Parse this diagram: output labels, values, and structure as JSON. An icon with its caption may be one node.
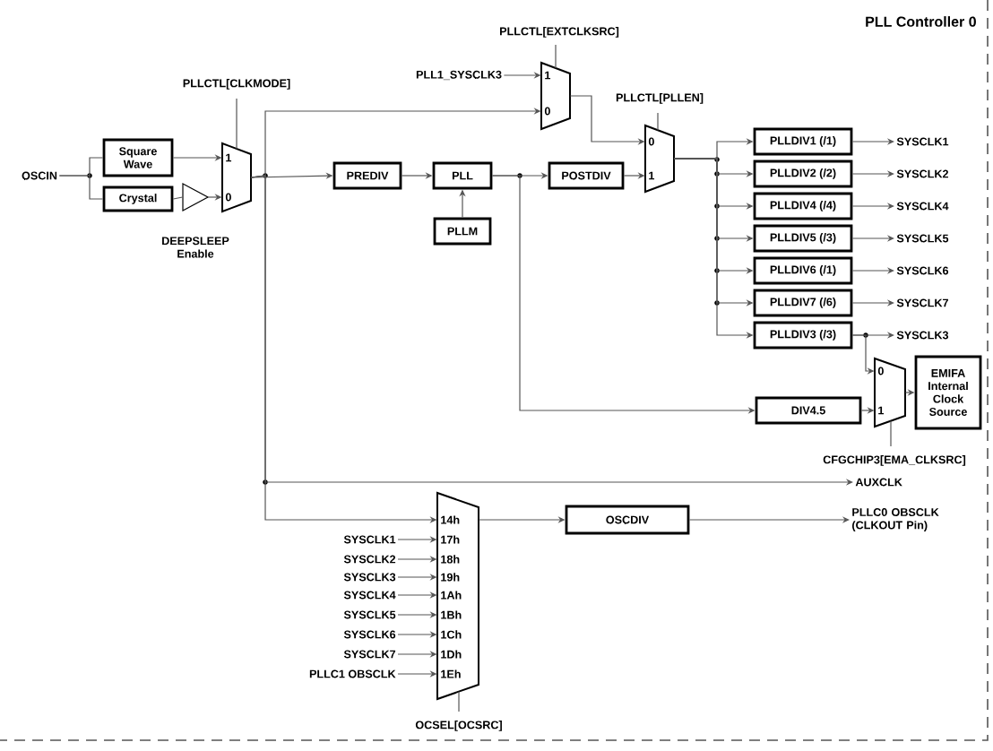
{
  "diagram": {
    "title": "PLL Controller 0",
    "nodes": [
      {
        "text": [
          "OSCIN"
        ]
      },
      {
        "text": [
          "Square Wave"
        ]
      },
      {
        "text": [
          "Crystal"
        ]
      },
      {
        "text": [],
        "shape": "triangle",
        "beside": [
          "DEEPSLEEP Enable"
        ]
      },
      {
        "text": [
          "1",
          "0"
        ],
        "beside": [
          "PLLCTL[CLKMODE]"
        ]
      },
      {
        "text": [
          "PREDIV"
        ]
      },
      {
        "text": [
          "PLL"
        ]
      },
      {
        "text": [
          "PLLM"
        ]
      },
      {
        "text": [
          "POSTDIV"
        ]
      },
      {
        "text": [
          "PLL1_SYSCLK3"
        ]
      },
      {
        "text": [
          "1",
          "0"
        ],
        "beside": [
          "PLLCTL[EXTCLKSRC]"
        ]
      },
      {
        "text": [
          "0",
          "1"
        ],
        "beside": [
          "PLLCTL[PLLEN]"
        ]
      },
      {
        "text": [
          "PLLDIV1 (/1)"
        ]
      },
      {
        "text": [
          "PLLDIV2 (/2)"
        ]
      },
      {
        "text": [
          "PLLDIV4 (/4)"
        ]
      },
      {
        "text": [
          "PLLDIV5 (/3)"
        ]
      },
      {
        "text": [
          "PLLDIV6 (/1)"
        ]
      },
      {
        "text": [
          "PLLDIV7 (/6)"
        ]
      },
      {
        "text": [
          "PLLDIV3 (/3)"
        ]
      },
      {
        "text": [
          "SYSCLK1"
        ]
      },
      {
        "text": [
          "SYSCLK2"
        ]
      },
      {
        "text": [
          "SYSCLK4"
        ]
      },
      {
        "text": [
          "SYSCLK5"
        ]
      },
      {
        "text": [
          "SYSCLK6"
        ]
      },
      {
        "text": [
          "SYSCLK7"
        ]
      },
      {
        "text": [
          "SYSCLK3"
        ]
      },
      {
        "text": [
          "0",
          "1"
        ],
        "beside": [
          "CFGCHIP3[EMA_CLKSRC]"
        ]
      },
      {
        "text": [
          "DIV4.5"
        ]
      },
      {
        "text": [
          "EMIFA Internal Clock Source"
        ]
      },
      {
        "text": [
          "AUXCLK"
        ]
      },
      {
        "text": [
          "14h",
          "17h",
          "18h",
          "19h",
          "1Ah",
          "1Bh",
          "1Ch",
          "1Dh",
          "1Eh"
        ],
        "beside": [
          "OCSEL[OCSRC]"
        ]
      },
      {
        "text": [
          "OSCDIV"
        ]
      },
      {
        "text": [
          "PLLC0 OBSCLK (CLKOUT Pin)"
        ]
      },
      {
        "text": [
          "SYSCLK1"
        ]
      },
      {
        "text": [
          "SYSCLK2"
        ]
      },
      {
        "text": [
          "SYSCLK3"
        ]
      },
      {
        "text": [
          "SYSCLK4"
        ]
      },
      {
        "text": [
          "SYSCLK5"
        ]
      },
      {
        "text": [
          "SYSCLK6"
        ]
      },
      {
        "text": [
          "SYSCLK7"
        ]
      },
      {
        "text": [
          "PLLC1 OBSCLK"
        ]
      }
    ],
    "edges": [
      {
        "from": 0,
        "to": 1,
        "arrow": "none"
      },
      {
        "from": 0,
        "to": 2,
        "arrow": "none"
      },
      {
        "from": 1,
        "to": 4,
        "arrow": "to"
      },
      {
        "from": 2,
        "to": 3,
        "arrow": "none"
      },
      {
        "from": 3,
        "to": 4,
        "arrow": "to"
      },
      {
        "from": 4,
        "to": 5,
        "arrow": "to"
      },
      {
        "from": 4,
        "to": 10,
        "arrow": "to"
      },
      {
        "from": 4,
        "to": 29,
        "arrow": "to"
      },
      {
        "from": 4,
        "to": 30,
        "arrow": "to"
      },
      {
        "from": 5,
        "to": 6,
        "arrow": "to"
      },
      {
        "from": 7,
        "to": 6,
        "arrow": "to"
      },
      {
        "from": 6,
        "to": 8,
        "arrow": "to"
      },
      {
        "from": 6,
        "to": 27,
        "arrow": "to"
      },
      {
        "from": 9,
        "to": 10,
        "arrow": "to"
      },
      {
        "from": 10,
        "to": 11,
        "arrow": "to"
      },
      {
        "from": 8,
        "to": 11,
        "arrow": "to"
      },
      {
        "from": 11,
        "to": 12,
        "arrow": "to"
      },
      {
        "from": 11,
        "to": 13,
        "arrow": "to"
      },
      {
        "from": 11,
        "to": 14,
        "arrow": "to"
      },
      {
        "from": 11,
        "to": 15,
        "arrow": "to"
      },
      {
        "from": 11,
        "to": 16,
        "arrow": "to"
      },
      {
        "from": 11,
        "to": 17,
        "arrow": "to"
      },
      {
        "from": 11,
        "to": 18,
        "arrow": "to"
      },
      {
        "from": 12,
        "to": 19,
        "arrow": "to"
      },
      {
        "from": 13,
        "to": 20,
        "arrow": "to"
      },
      {
        "from": 14,
        "to": 21,
        "arrow": "to"
      },
      {
        "from": 15,
        "to": 22,
        "arrow": "to"
      },
      {
        "from": 16,
        "to": 23,
        "arrow": "to"
      },
      {
        "from": 17,
        "to": 24,
        "arrow": "to"
      },
      {
        "from": 18,
        "to": 25,
        "arrow": "to"
      },
      {
        "from": 18,
        "to": 26,
        "arrow": "to"
      },
      {
        "from": 27,
        "to": 26,
        "arrow": "to"
      },
      {
        "from": 26,
        "to": 28,
        "arrow": "to"
      },
      {
        "from": 30,
        "to": 31,
        "arrow": "to"
      },
      {
        "from": 31,
        "to": 32,
        "arrow": "to"
      },
      {
        "from": 33,
        "to": 30,
        "arrow": "to"
      },
      {
        "from": 34,
        "to": 30,
        "arrow": "to"
      },
      {
        "from": 35,
        "to": 30,
        "arrow": "to"
      },
      {
        "from": 36,
        "to": 30,
        "arrow": "to"
      },
      {
        "from": 37,
        "to": 30,
        "arrow": "to"
      },
      {
        "from": 38,
        "to": 30,
        "arrow": "to"
      },
      {
        "from": 39,
        "to": 30,
        "arrow": "to"
      },
      {
        "from": 40,
        "to": 30,
        "arrow": "to"
      }
    ]
  }
}
